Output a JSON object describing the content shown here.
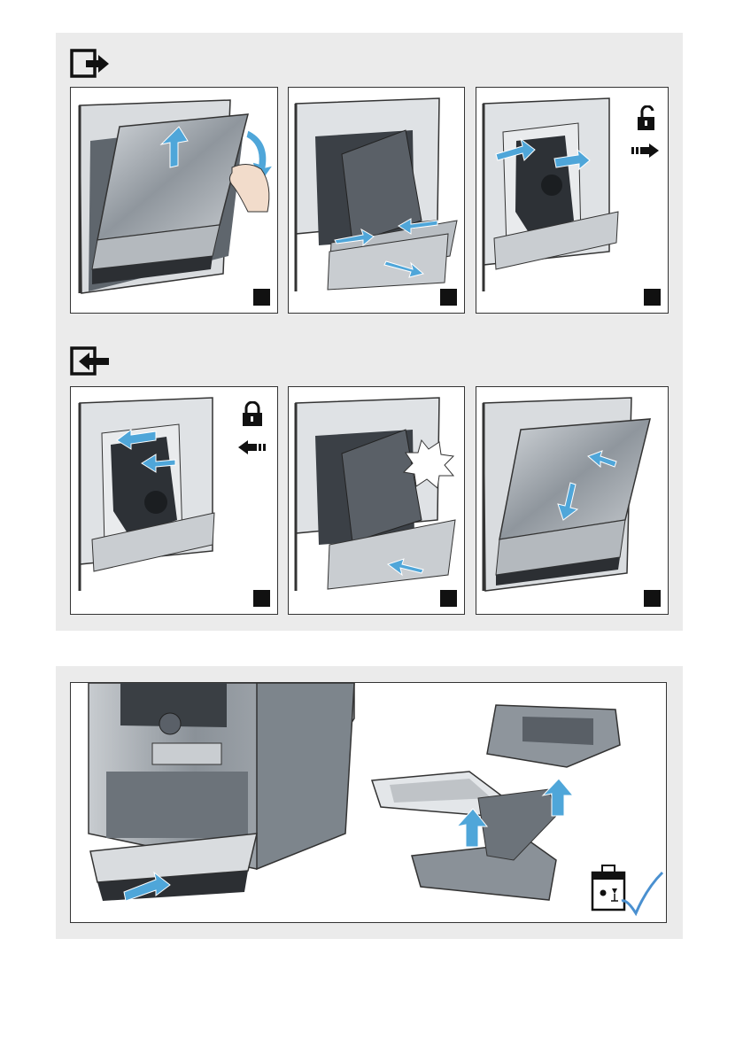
{
  "colors": {
    "section_bg": "#ebebeb",
    "panel_border": "#333333",
    "arrow_blue": "#4fa6d9",
    "steel": "#9aa1a8",
    "step_box": "#111111",
    "check_blue": "#4a90d0"
  },
  "remove_section": {
    "header_icon": "remove-icon",
    "panels": [
      {
        "step_number": "",
        "action": "open-door"
      },
      {
        "step_number": "",
        "action": "press-and-pull-tray"
      },
      {
        "step_number": "",
        "action": "unlock-and-remove-brewing-unit",
        "lock_icon": "lock-open-icon"
      }
    ]
  },
  "insert_section": {
    "header_icon": "insert-icon",
    "panels": [
      {
        "step_number": "",
        "action": "lock-brewing-unit",
        "lock_icon": "lock-closed-icon"
      },
      {
        "step_number": "",
        "action": "push-in-tray-until-click"
      },
      {
        "step_number": "",
        "action": "close-door"
      }
    ]
  },
  "drip_tray_section": {
    "icons": [
      "coffee-machine-illustration",
      "drip-tray-parts-illustration",
      "dishwasher-safe-icon",
      "checkmark-icon"
    ]
  }
}
